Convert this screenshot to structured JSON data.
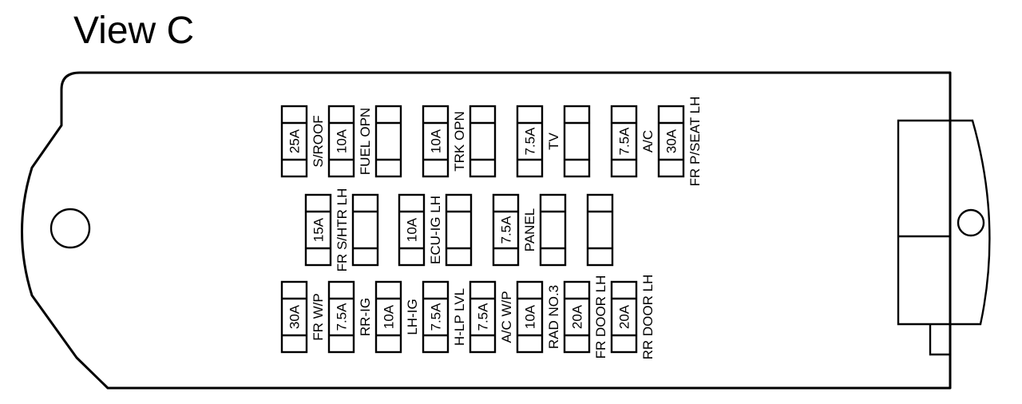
{
  "title": "View C",
  "fuses": [
    {
      "id": "r1c1",
      "rating": "25A",
      "label": "S/ROOF"
    },
    {
      "id": "r1c2",
      "rating": "10A",
      "label": "FUEL OPN"
    },
    {
      "id": "r1c3",
      "rating": "",
      "label": ""
    },
    {
      "id": "r1c4",
      "rating": "10A",
      "label": "TRK OPN"
    },
    {
      "id": "r1c5",
      "rating": "",
      "label": ""
    },
    {
      "id": "r1c6",
      "rating": "7.5A",
      "label": "TV"
    },
    {
      "id": "r1c7",
      "rating": "",
      "label": ""
    },
    {
      "id": "r1c8",
      "rating": "7.5A",
      "label": "A/C"
    },
    {
      "id": "r1c9",
      "rating": "30A",
      "label": "FR P/SEAT LH"
    },
    {
      "id": "r2c1",
      "rating": "15A",
      "label": "FR S/HTR LH"
    },
    {
      "id": "r2c2",
      "rating": "",
      "label": ""
    },
    {
      "id": "r2c3",
      "rating": "10A",
      "label": "ECU-IG LH"
    },
    {
      "id": "r2c4",
      "rating": "",
      "label": ""
    },
    {
      "id": "r2c5",
      "rating": "7.5A",
      "label": "PANEL"
    },
    {
      "id": "r2c6",
      "rating": "",
      "label": ""
    },
    {
      "id": "r2c7",
      "rating": "",
      "label": ""
    },
    {
      "id": "r3c1",
      "rating": "30A",
      "label": "FR W/P"
    },
    {
      "id": "r3c2",
      "rating": "7.5A",
      "label": "RR-IG"
    },
    {
      "id": "r3c3",
      "rating": "10A",
      "label": "LH-IG"
    },
    {
      "id": "r3c4",
      "rating": "7.5A",
      "label": "H-LP LVL"
    },
    {
      "id": "r3c5",
      "rating": "7.5A",
      "label": "A/C W/P"
    },
    {
      "id": "r3c6",
      "rating": "10A",
      "label": "RAD NO.3"
    },
    {
      "id": "r3c7",
      "rating": "20A",
      "label": "FR DOOR LH"
    },
    {
      "id": "r3c8",
      "rating": "20A",
      "label": "RR DOOR LH"
    }
  ]
}
